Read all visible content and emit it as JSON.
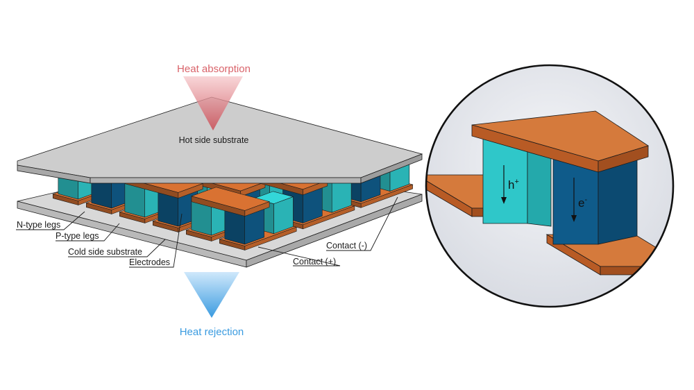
{
  "arrows": {
    "heat_absorption": {
      "label": "Heat absorption",
      "color": "#d9636a"
    },
    "heat_rejection": {
      "label": "Heat rejection",
      "color": "#3a9be0"
    }
  },
  "labels": {
    "hot_side_substrate": "Hot side substrate",
    "n_type_legs": "N-type legs",
    "p_type_legs": "P-type legs",
    "cold_side_substrate": "Cold side substrate",
    "electrodes": "Electrodes",
    "contact_minus": "Contact (-)",
    "contact_plus": "Contact (+)"
  },
  "inset": {
    "hole_symbol": "h",
    "hole_charge": "+",
    "electron_symbol": "e",
    "electron_charge": "-"
  },
  "colors": {
    "copper": "#c96a2e",
    "n_type": "#0f5b8a",
    "p_type": "#2fc7c9",
    "substrate": "#cccccc"
  }
}
